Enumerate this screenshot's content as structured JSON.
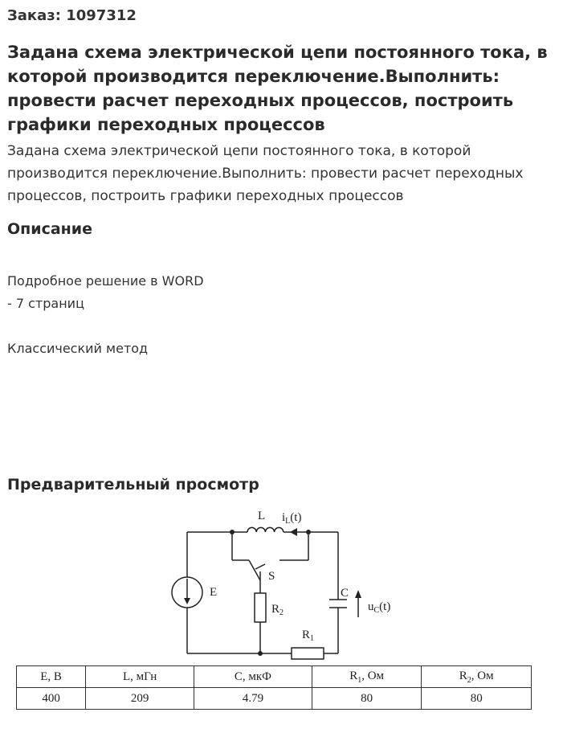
{
  "order": {
    "label": "Заказ: 1097312"
  },
  "title": "Задана схема электрической цепи постоянного тока, в которой производится переключение.Выполнить: провести расчет переходных процессов, построить графики переходных процессов",
  "lead": "Задана схема электрической цепи постоянного тока, в которой производится переключение.Выполнить: провести расчет переходных процессов, построить графики переходных процессов",
  "description": {
    "heading": "Описание",
    "line1": "Подробное решение в WORD",
    "line2": "- 7 страниц",
    "line3": "Классический метод"
  },
  "preview": {
    "heading": "Предварительный просмотр",
    "circuit": {
      "L": "L",
      "i_main": "i",
      "i_sub": "L",
      "i_suffix": "(t)",
      "S": "S",
      "E": "E",
      "R2_main": "R",
      "R2_sub": "2",
      "C": "C",
      "uC_main": "u",
      "uC_sub": "C",
      "uC_suffix": "(t)",
      "R1_main": "R",
      "R1_sub": "1"
    },
    "table": {
      "headers": [
        {
          "main": "E, В",
          "sub": "",
          "unit": ""
        },
        {
          "main": "L, мГн",
          "sub": "",
          "unit": ""
        },
        {
          "main": "C, мкФ",
          "sub": "",
          "unit": ""
        },
        {
          "main": "R",
          "sub": "1",
          "unit": ", Ом"
        },
        {
          "main": "R",
          "sub": "2",
          "unit": ", Ом"
        }
      ],
      "values": [
        "400",
        "209",
        "4.79",
        "80",
        "80"
      ]
    }
  }
}
